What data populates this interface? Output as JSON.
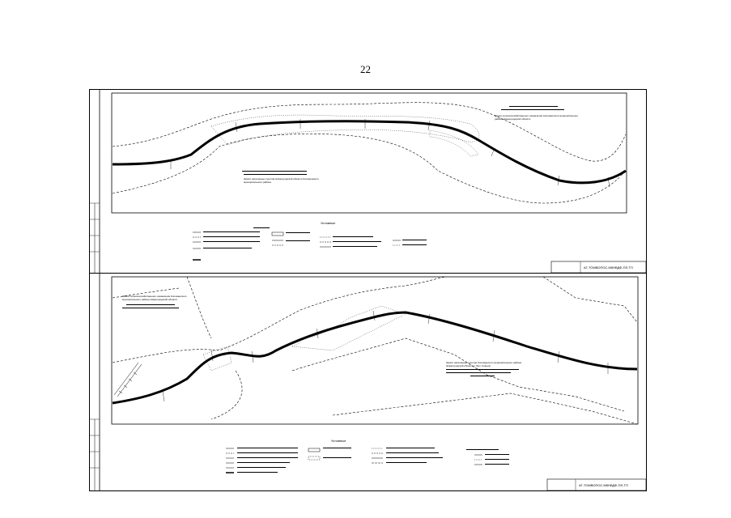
{
  "page": {
    "number": "22"
  },
  "sheets": [
    {
      "id": "top",
      "title_block_code": "АГ-ТОМВОПОС.МКНВДФ-ПЛ-ТП",
      "legend_heading": "Условные",
      "labels": [
        "Земли сельскохозяйственного назначения Коломенского муниципального района Нижегородской области",
        "Земли населённых пунктов Нижегородской области Коломенского муниципального района"
      ]
    },
    {
      "id": "bottom",
      "title_block_code": "АГ-ТОМВОПОС.МКНВДФ-ПЛ-ТП",
      "legend_heading": "Условные",
      "labels": [
        "Земли сельскохозяйственного назначения Коломенского муниципального района Нижегородской области",
        "Земли населённых пунктов Коломенского муниципального района Нижегородской области с. Бол. Ковыли"
      ]
    }
  ],
  "colors": {
    "line": "#000000",
    "paper": "#ffffff"
  }
}
